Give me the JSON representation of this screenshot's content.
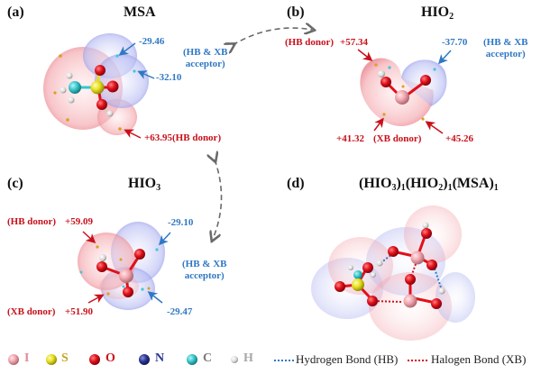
{
  "figure": {
    "panels": [
      {
        "id": "a",
        "label": "(a)",
        "title": "MSA",
        "annotations": [
          {
            "value": "-29.46",
            "type": "negative"
          },
          {
            "value": "-32.10",
            "type": "negative"
          },
          {
            "value": "+63.95(HB donor)",
            "type": "positive"
          }
        ],
        "role_label": [
          "(HB & XB",
          "acceptor)"
        ]
      },
      {
        "id": "b",
        "label": "(b)",
        "title_main": "HIO",
        "title_sub": "2",
        "annotations": [
          {
            "value": "(HB donor)",
            "type": "positive"
          },
          {
            "value": "+57.34",
            "type": "positive"
          },
          {
            "value": "-37.70",
            "type": "negative"
          },
          {
            "value": "+41.32",
            "type": "positive"
          },
          {
            "value": "(XB donor)",
            "type": "positive"
          },
          {
            "value": "+45.26",
            "type": "positive"
          }
        ],
        "role_label": [
          "(HB & XB",
          "acceptor)"
        ]
      },
      {
        "id": "c",
        "label": "(c)",
        "title_main": "HIO",
        "title_sub": "3",
        "annotations": [
          {
            "value": "(HB donor)",
            "type": "positive"
          },
          {
            "value": "+59.09",
            "type": "positive"
          },
          {
            "value": "-29.10",
            "type": "negative"
          },
          {
            "value": "(XB donor)",
            "type": "positive"
          },
          {
            "value": "+51.90",
            "type": "positive"
          },
          {
            "value": "-29.47",
            "type": "negative"
          }
        ],
        "role_label": [
          "(HB & XB",
          "acceptor)"
        ]
      },
      {
        "id": "d",
        "label": "(d)",
        "title_parts": [
          {
            "text": "(HIO",
            "sub": ""
          },
          {
            "text": "",
            "sub": "3"
          },
          {
            "text": ")",
            "sub": "1"
          },
          {
            "text": "(HIO",
            "sub": ""
          },
          {
            "text": "",
            "sub": "2"
          },
          {
            "text": ")",
            "sub": "1"
          },
          {
            "text": "(MSA)",
            "sub": "1"
          }
        ]
      }
    ],
    "legend": {
      "atoms": [
        {
          "symbol": "I",
          "color": "#f4a7b0",
          "text_color": "#e58a96"
        },
        {
          "symbol": "S",
          "color": "#e6dc1e",
          "text_color": "#c9a227"
        },
        {
          "symbol": "O",
          "color": "#e0101a",
          "text_color": "#d0101a"
        },
        {
          "symbol": "N",
          "color": "#2b3590",
          "text_color": "#2b3590"
        },
        {
          "symbol": "C",
          "color": "#36c6cc",
          "text_color": "#7a7a7a"
        },
        {
          "symbol": "H",
          "color": "#d9d9d9",
          "text_color": "#a8a8a8"
        }
      ],
      "bonds": [
        {
          "label": "Hydrogen Bond (HB)",
          "color": "#2f78c4"
        },
        {
          "label": "Halogen Bond (XB)",
          "color": "#d0101a"
        }
      ]
    },
    "colors": {
      "positive": "#c8101a",
      "negative": "#2f78c4",
      "arrow_gray": "#6a6a6a"
    }
  }
}
